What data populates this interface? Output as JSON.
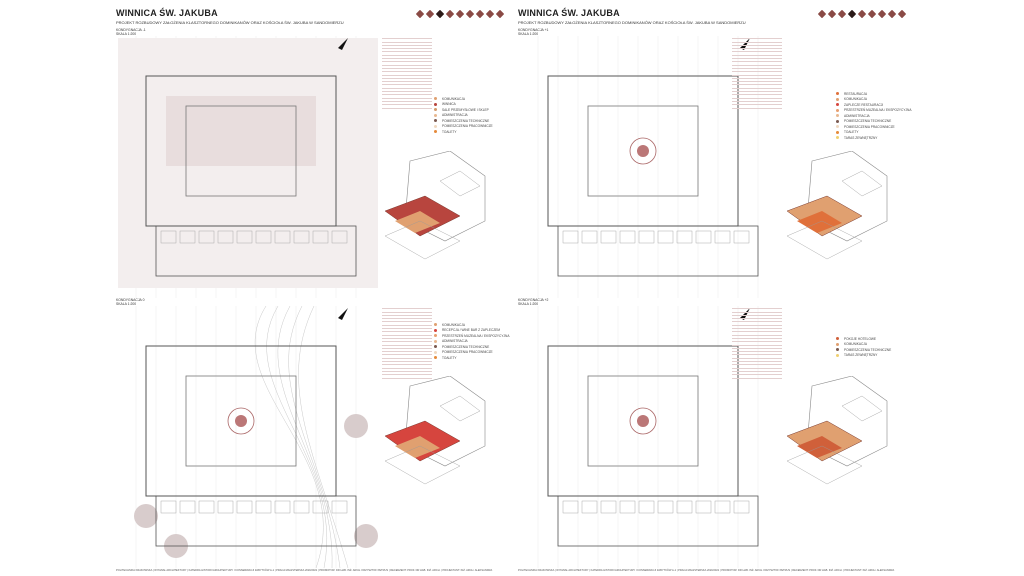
{
  "sheets": [
    {
      "title": "WINNICA ŚW. JAKUBA",
      "subtitle": "PROJEKT ROZBUDOWY ZAŁOŻENIA KLASZTORNEGO DOMINIKANÓW ORAZ KOŚCIOŁA ŚW. JAKUBA  W SANDOMIERZU",
      "active_diamond": 2,
      "plans": [
        {
          "level": "KONDYGNACJA -1",
          "scale": "SKALA 1:200",
          "legend": [
            {
              "label": "KOMUNIKACJA",
              "color": "#e0a070"
            },
            {
              "label": "WINNICA",
              "color": "#b8453e"
            },
            {
              "label": "SALE PRZEMYSŁOWE I SKLEP",
              "color": "#d39a6a"
            },
            {
              "label": "ADMINISTRACJA",
              "color": "#e8b890"
            },
            {
              "label": "POMIESZCZENIA TECHNICZNE",
              "color": "#7a5a50"
            },
            {
              "label": "POMIESZCZENIA PRACOWNICZE",
              "color": "#f0d8c0"
            },
            {
              "label": "TOALETY",
              "color": "#e58a3a"
            }
          ]
        },
        {
          "level": "KONDYGNACJA 0",
          "scale": "SKALA 1:200",
          "legend": [
            {
              "label": "KOMUNIKACJA",
              "color": "#e0a070"
            },
            {
              "label": "RECEPCJA / WINE BAR Z ZAPLECZEM",
              "color": "#d6453e"
            },
            {
              "label": "PRZESTRZEŃ MUZEALNA / EKSPOZYCYJNA",
              "color": "#e8a070"
            },
            {
              "label": "ADMINISTRACJA",
              "color": "#e8b890"
            },
            {
              "label": "POMIESZCZENIA TECHNICZNE",
              "color": "#7a5a50"
            },
            {
              "label": "POMIESZCZENIA PRACOWNICZE",
              "color": "#f0d8c0"
            },
            {
              "label": "TOALETY",
              "color": "#e58a3a"
            }
          ]
        }
      ],
      "footer": "POLITECHNIKA KRAKOWSKA | WYDZIAŁ ARCHITEKTURY | KATEDRA HISTORII ARCHITEKTURY I KONSERWACJI ZABYTKÓW A-1 | PRACA MAGISTERSKA 2020/2021 | PROMOTOR: DR HAB. INŻ. ARCH. KRZYSZTOF PETRUS | RECENZENT: PROF. DR HAB. INŻ. ARCH. | PROJEKTANT: INŻ. ARCH. ALEKSANDRA"
    },
    {
      "title": "WINNICA ŚW. JAKUBA",
      "subtitle": "PROJEKT ROZBUDOWY ZAŁOŻENIA KLASZTORNEGO DOMINIKANÓW ORAZ KOŚCIOŁA ŚW. JAKUBA  W SANDOMIERZU",
      "active_diamond": 3,
      "plans": [
        {
          "level": "KONDYGNACJA +1",
          "scale": "SKALA 1:200",
          "legend": [
            {
              "label": "RESTAURACJA",
              "color": "#e0703a"
            },
            {
              "label": "KOMUNIKACJA",
              "color": "#e0a070"
            },
            {
              "label": "ZAPLECZE RESTAURACJI",
              "color": "#d6453e"
            },
            {
              "label": "PRZESTRZEŃ MUZEALNA / EKSPOZYCYJNA",
              "color": "#e8a070"
            },
            {
              "label": "ADMINISTRACJA",
              "color": "#e8b890"
            },
            {
              "label": "POMIESZCZENIA TECHNICZNE",
              "color": "#7a5a50"
            },
            {
              "label": "POMIESZCZENIA PRACOWNICZE",
              "color": "#f0d8c0"
            },
            {
              "label": "TOALETY",
              "color": "#e58a3a"
            },
            {
              "label": "TARAS ZEWNĘTRZNY",
              "color": "#f0d070"
            }
          ]
        },
        {
          "level": "KONDYGNACJA +2",
          "scale": "SKALA 1:200",
          "legend": [
            {
              "label": "POKOJE HOTELOWE",
              "color": "#d0603a"
            },
            {
              "label": "KOMUNIKACJA",
              "color": "#e0a070"
            },
            {
              "label": "POMIESZCZENIA TECHNICZNE",
              "color": "#7a5a50"
            },
            {
              "label": "TARAS ZEWNĘTRZNY",
              "color": "#f0d070"
            }
          ]
        }
      ],
      "footer": "POLITECHNIKA KRAKOWSKA | WYDZIAŁ ARCHITEKTURY | KATEDRA HISTORII ARCHITEKTURY I KONSERWACJI ZABYTKÓW A-1 | PRACA MAGISTERSKA 2020/2021 | PROMOTOR: DR HAB. INŻ. ARCH. KRZYSZTOF PETRUS | RECENZENT: PROF. DR HAB. INŻ. ARCH. | PROJEKTANT: INŻ. ARCH. ALEKSANDRA"
    }
  ]
}
